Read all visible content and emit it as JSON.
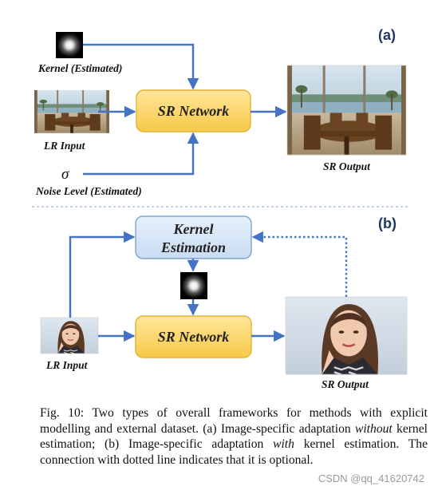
{
  "panel_a": {
    "tag": "(a)",
    "kernel_label": "Kernel (Estimated)",
    "lr_label": "LR Input",
    "sigma_symbol": "σ",
    "noise_label": "Noise Level (Estimated)",
    "sr_box_label": "SR Network",
    "output_label": "SR Output"
  },
  "panel_b": {
    "tag": "(b)",
    "kernel_est_line1": "Kernel",
    "kernel_est_line2": "Estimation",
    "sr_box_label": "SR Network",
    "lr_label": "LR Input",
    "output_label": "SR Output"
  },
  "caption": {
    "prefix": "Fig. 10: Two types of overall frameworks for methods with explicit modelling and external dataset. (a) Image-specific adaptation ",
    "em1": "without",
    "mid": " kernel estimation; (b) Image-specific adaptation ",
    "em2": "with",
    "suffix": " kernel estimation. The connection with dotted line indicates that it is optional."
  },
  "watermark": "CSDN @qq_41620742",
  "colors": {
    "arrow": "#4472c4",
    "box_fill": "#ffd966",
    "box_stroke": "#e8b83a",
    "est_fill": "#dae8f7",
    "est_stroke": "#7fa3cf",
    "tag": "#1f3864"
  }
}
